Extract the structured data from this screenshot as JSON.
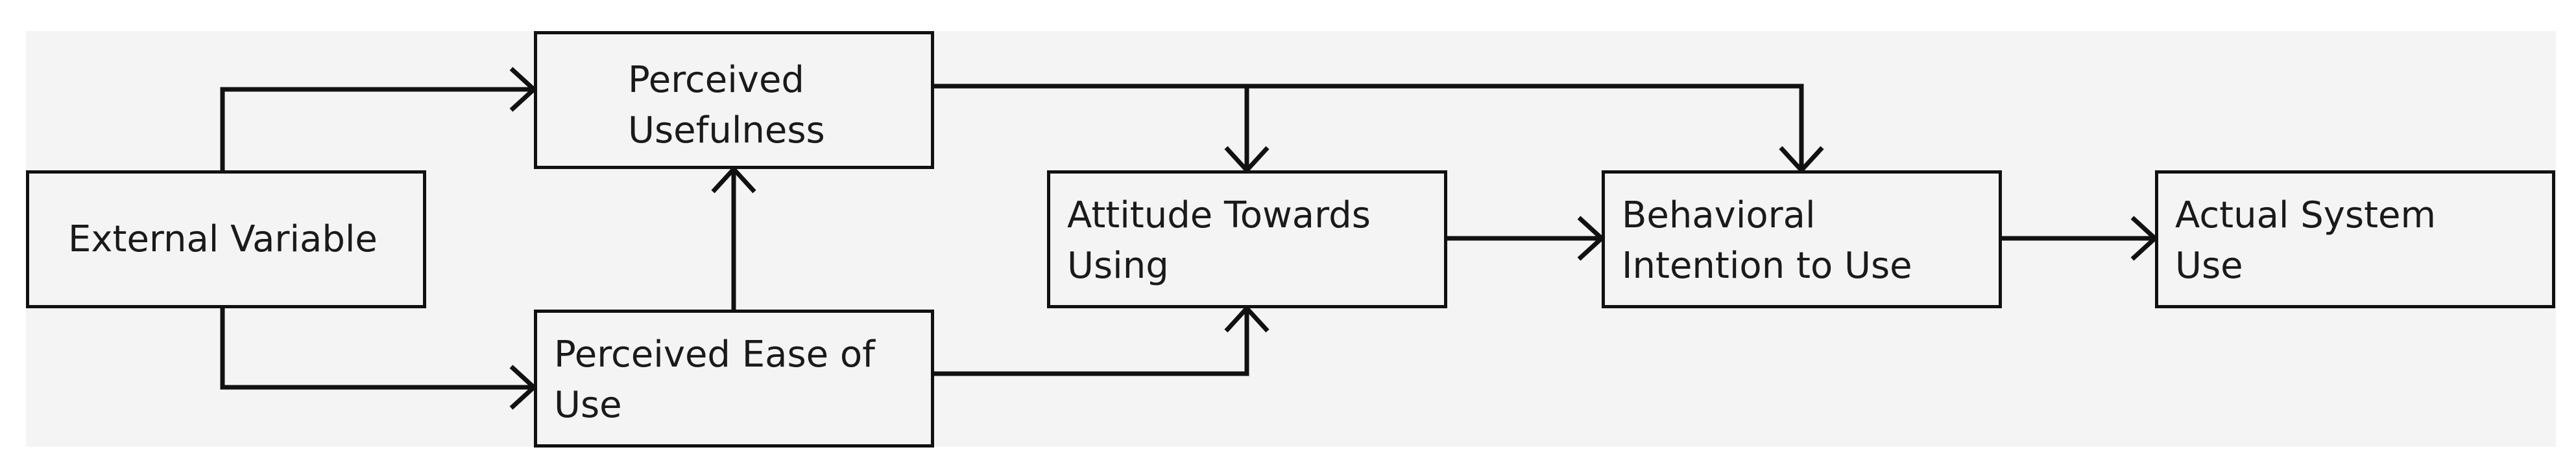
{
  "nodes": {
    "external_variable": {
      "line1": "External Variable"
    },
    "perceived_usefulness": {
      "line1": "Perceived",
      "line2": "Usefulness"
    },
    "perceived_ease_of_use": {
      "line1": "Perceived Ease of",
      "line2": "Use"
    },
    "attitude_towards_using": {
      "line1": "Attitude Towards",
      "line2": "Using"
    },
    "behavioral_intention": {
      "line1": "Behavioral",
      "line2": "Intention to Use"
    },
    "actual_system_use": {
      "line1": "Actual System",
      "line2": "Use"
    }
  },
  "edges": [
    {
      "from": "External Variable",
      "to": "Perceived Usefulness"
    },
    {
      "from": "External Variable",
      "to": "Perceived Ease of Use"
    },
    {
      "from": "Perceived Ease of Use",
      "to": "Perceived Usefulness"
    },
    {
      "from": "Perceived Ease of Use",
      "to": "Attitude Towards Using"
    },
    {
      "from": "Perceived Usefulness",
      "to": "Attitude Towards Using"
    },
    {
      "from": "Perceived Usefulness",
      "to": "Behavioral Intention to Use"
    },
    {
      "from": "Attitude Towards Using",
      "to": "Behavioral Intention to Use"
    },
    {
      "from": "Behavioral Intention to Use",
      "to": "Actual System Use"
    }
  ],
  "colors": {
    "background": "#f4f4f4",
    "stroke": "#111111",
    "text": "#1a1a1a"
  }
}
